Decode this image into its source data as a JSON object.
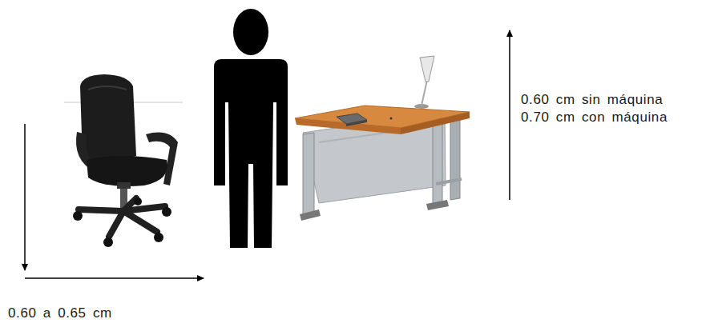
{
  "diagram": {
    "labels": [
      "0.60 cm sin máquina",
      "0.70 cm con máquina",
      "0.60 a 0.65 cm"
    ]
  }
}
